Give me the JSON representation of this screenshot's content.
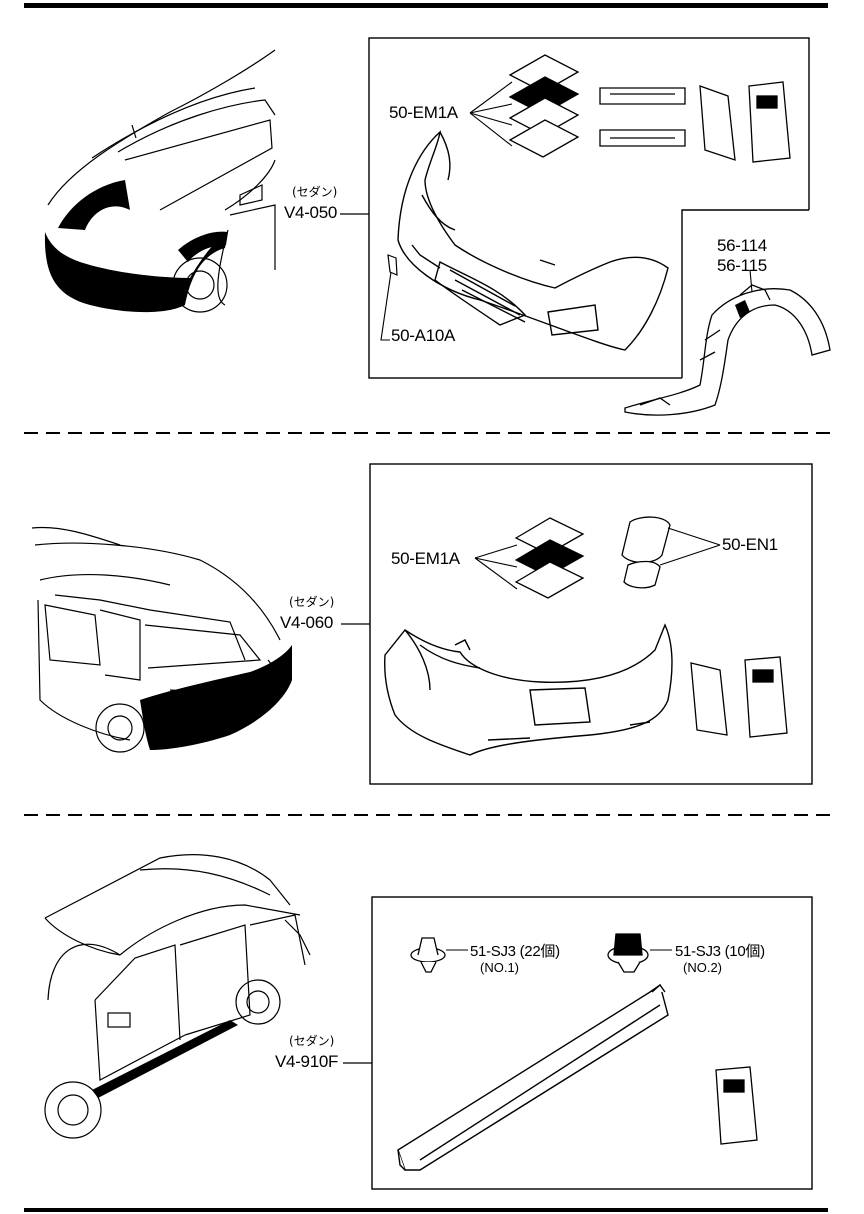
{
  "sections": [
    {
      "body_type": "(セダン)",
      "kit_code": "V4-050",
      "parts": {
        "bumper_tape": "50-EM1A",
        "clip": "50-A10A",
        "liner_1": "56-114",
        "liner_2": "56-115"
      }
    },
    {
      "body_type": "(セダン)",
      "kit_code": "V4-060",
      "parts": {
        "bumper_tape": "50-EM1A",
        "pad": "50-EN1"
      }
    },
    {
      "body_type": "(セダン)",
      "kit_code": "V4-910F",
      "parts": {
        "clip_1": "51-SJ3 (22個)",
        "clip_1_note": "(NO.1)",
        "clip_2": "51-SJ3 (10個)",
        "clip_2_note": "(NO.2)"
      }
    }
  ]
}
